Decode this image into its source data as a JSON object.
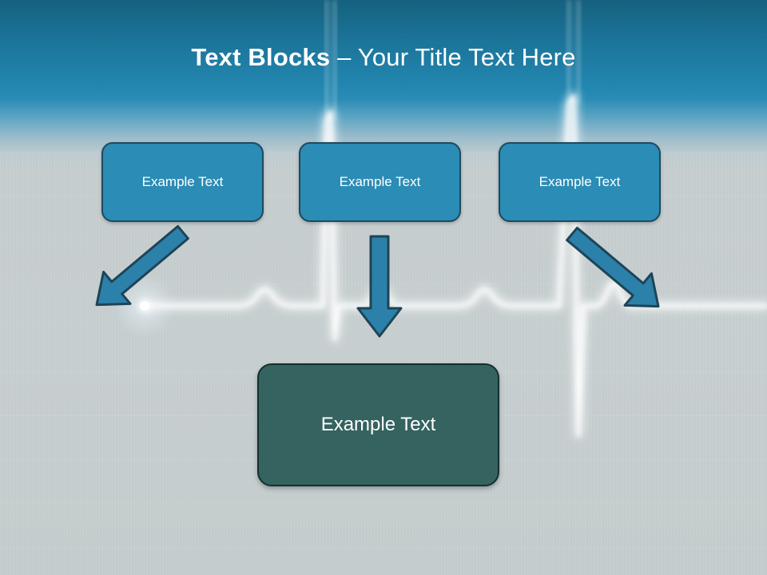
{
  "slide": {
    "title": {
      "strong": "Text Blocks",
      "rest": " – Your Title Text Here",
      "full": "Text Blocks – Your Title Text Here"
    },
    "background": {
      "top_color": "#15617f",
      "band_color": "#2b8db6",
      "body_color": "#c4cccd",
      "line_color": "#ffffff",
      "motif": "ecg-heartbeat-line"
    },
    "theme": {
      "block_fill": "#2b8cb5",
      "block_border": "#1c4a60",
      "block_text": "#ffffff",
      "summary_fill": "#35635f",
      "summary_border": "#12302f",
      "arrow_fill": "#2b81aa",
      "arrow_border": "#1e4457",
      "title_color": "#ffffff"
    },
    "blocks": [
      {
        "id": "block-1",
        "label": "Example Text"
      },
      {
        "id": "block-2",
        "label": "Example Text"
      },
      {
        "id": "block-3",
        "label": "Example Text"
      }
    ],
    "summary_block": {
      "id": "block-bottom",
      "label": "Example Text"
    },
    "arrows": [
      {
        "id": "arrow-1",
        "direction": "down-right",
        "from_block": "block-1"
      },
      {
        "id": "arrow-2",
        "direction": "down",
        "from_block": "block-2"
      },
      {
        "id": "arrow-3",
        "direction": "down-left",
        "from_block": "block-3"
      }
    ]
  }
}
